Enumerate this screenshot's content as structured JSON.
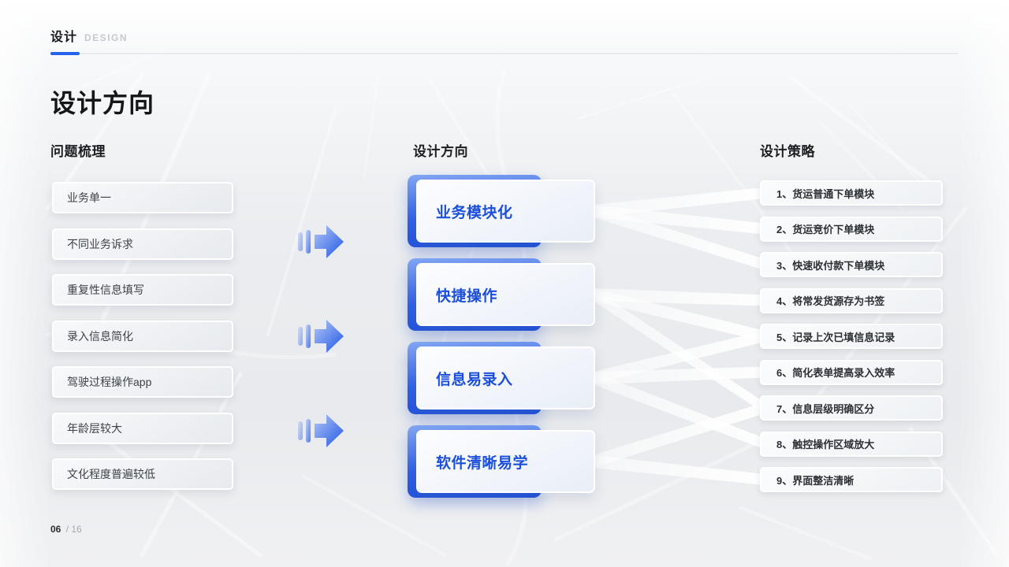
{
  "page": {
    "eyebrow_zh": "设计",
    "eyebrow_en": "DESIGN",
    "title": "设计方向",
    "page_number": "06",
    "page_total": "/ 16"
  },
  "columns": {
    "problems": {
      "header": "问题梳理",
      "items": [
        "业务单一",
        "不同业务诉求",
        "重复性信息填写",
        "录入信息简化",
        "驾驶过程操作app",
        "年龄层较大",
        "文化程度普遍较低"
      ]
    },
    "directions": {
      "header": "设计方向",
      "items": [
        "业务模块化",
        "快捷操作",
        "信息易录入",
        "软件清晰易学"
      ]
    },
    "strategies": {
      "header": "设计策略",
      "items": [
        "1、货运普通下单模块",
        "2、货运竞价下单模块",
        "3、快速收付款下单模块",
        "4、将常发货源存为书签",
        "5、记录上次已填信息记录",
        "6、简化表单提高录入效率",
        "7、信息层级明确区分",
        "8、触控操作区域放大",
        "9、界面整洁清晰"
      ]
    }
  },
  "connections": [
    {
      "from": 0,
      "to": 0
    },
    {
      "from": 0,
      "to": 1
    },
    {
      "from": 0,
      "to": 2
    },
    {
      "from": 1,
      "to": 3
    },
    {
      "from": 1,
      "to": 4
    },
    {
      "from": 1,
      "to": 6
    },
    {
      "from": 2,
      "to": 4
    },
    {
      "from": 2,
      "to": 5
    },
    {
      "from": 2,
      "to": 7
    },
    {
      "from": 3,
      "to": 6
    },
    {
      "from": 3,
      "to": 8
    }
  ],
  "icons": {
    "flow_arrow": "fast-forward-arrow"
  },
  "colors": {
    "accent": "#2563eb",
    "direction_text": "#1b4fdb",
    "arrow_gradient_start": "#b3c8f6",
    "arrow_gradient_end": "#1f55e4",
    "beam_color": "#ffffff"
  }
}
